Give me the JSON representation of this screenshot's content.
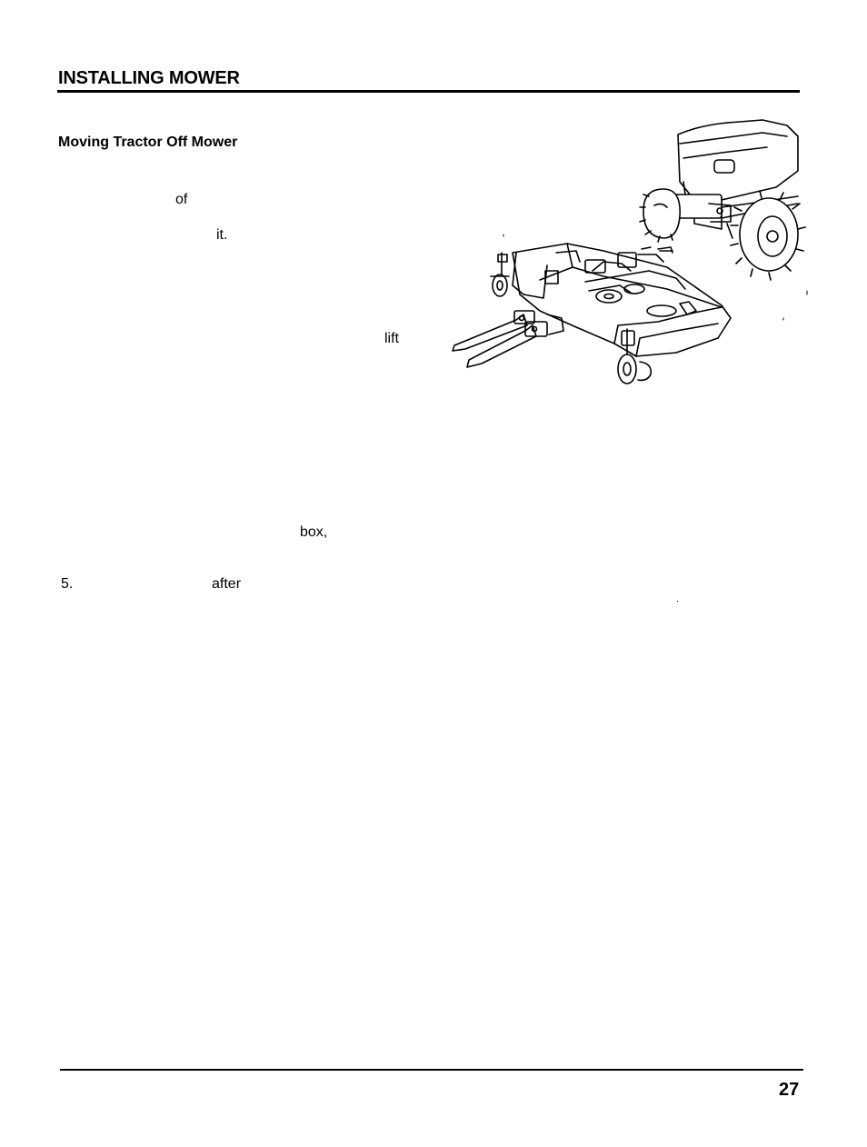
{
  "header": {
    "section_title": "INSTALLING MOWER"
  },
  "content": {
    "subtitle": "Moving Tractor Off Mower",
    "fragments": {
      "of": "of",
      "it": "it.",
      "lift": "lift",
      "box": "box,",
      "step_number": "5.",
      "after": "after"
    }
  },
  "illustration": {
    "icon": "tractor-and-mower-deck-illustration"
  },
  "footer": {
    "page_number": "27"
  }
}
